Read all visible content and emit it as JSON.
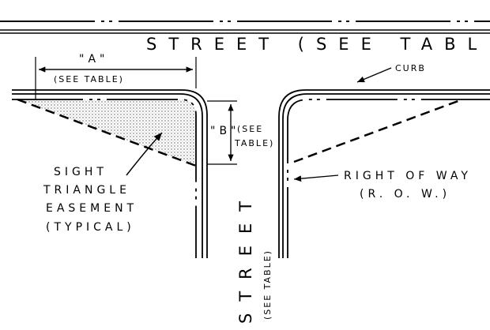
{
  "labels": {
    "street_top": "STREET (SEE TABLE)",
    "dim_a": "\"A\"",
    "dim_a_note": "(SEE TABLE)",
    "curb": "CURB",
    "dim_b": "\"B\"",
    "dim_b_note_1": "(SEE",
    "dim_b_note_2": "TABLE)",
    "sight_1": "SIGHT",
    "sight_2": "TRIANGLE",
    "sight_3": "EASEMENT",
    "sight_4": "(TYPICAL)",
    "row_1": "RIGHT OF WAY",
    "row_2": "(R. O. W.)",
    "street_side": "STREET",
    "street_side_note": "(SEE TABLE)"
  },
  "colors": {
    "ink": "#000000",
    "fill": "#d8d8d8"
  }
}
